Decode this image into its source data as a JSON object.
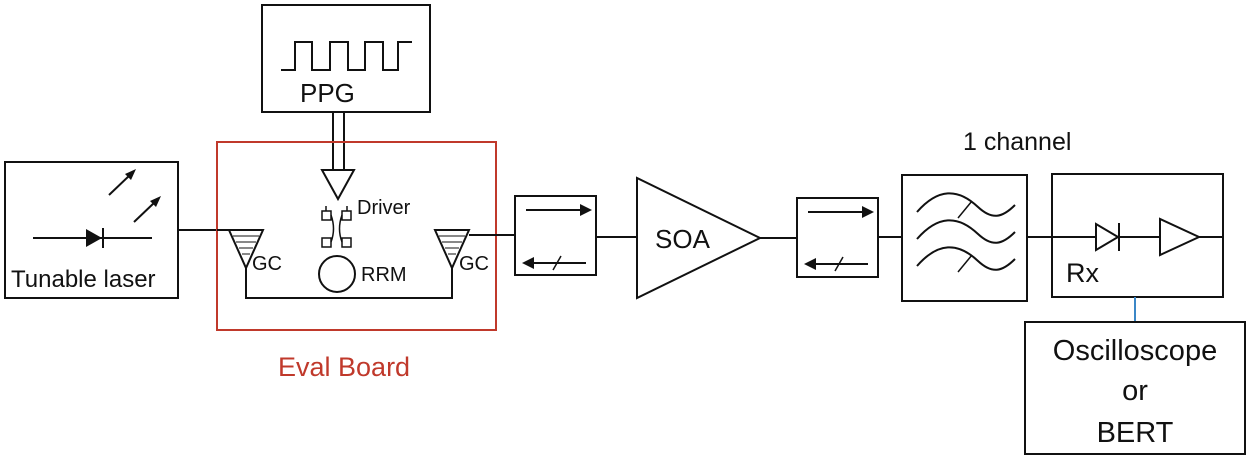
{
  "colors": {
    "line": "#111111",
    "eval_board": "#c0392b",
    "scope_link": "#3b87c7"
  },
  "labels": {
    "ppg": "PPG",
    "tunable_laser": "Tunable laser",
    "driver": "Driver",
    "gc_left": "GC",
    "gc_right": "GC",
    "rrm": "RRM",
    "eval_board": "Eval Board",
    "soa": "SOA",
    "channel": "1 channel",
    "rx": "Rx",
    "scope_line1": "Oscilloscope",
    "scope_line2": "or",
    "scope_line3": "BERT"
  },
  "icons": [
    "laser-diode-icon",
    "emission-arrows-icon",
    "square-wave-icon",
    "driver-amplifier-icon",
    "grating-coupler-icon",
    "ring-modulator-icon",
    "isolator-arrows-icon",
    "filter-waves-icon",
    "photodiode-icon",
    "tia-amplifier-icon"
  ]
}
